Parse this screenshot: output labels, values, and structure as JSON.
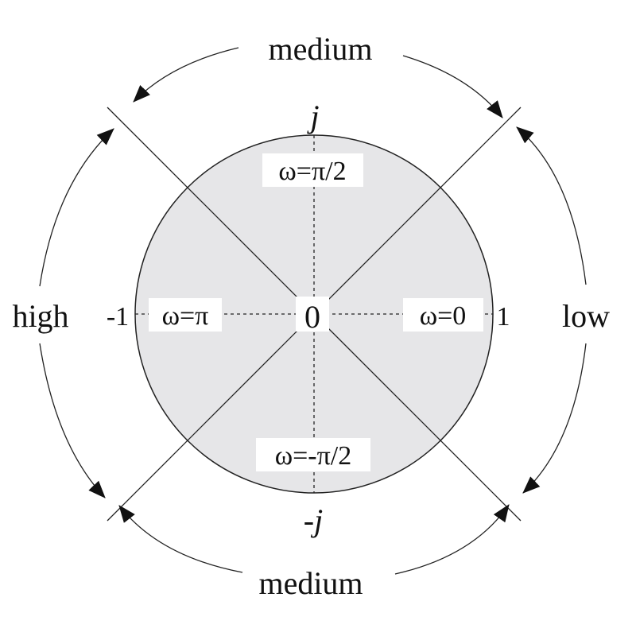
{
  "colors": {
    "disc_fill": "#e6e6e8",
    "stroke": "#222222",
    "label_bg": "#ffffff"
  },
  "outer_labels": {
    "top": "medium",
    "bottom": "medium",
    "left": "high",
    "right": "low"
  },
  "axis_labels": {
    "j_top": "j",
    "j_bottom": "-j",
    "minus_one": "-1",
    "one": "1",
    "origin": "0"
  },
  "frequency_labels": {
    "top": "ω=π/2",
    "bottom": "ω=-π/2",
    "left": "ω=π",
    "right": "ω=0"
  }
}
